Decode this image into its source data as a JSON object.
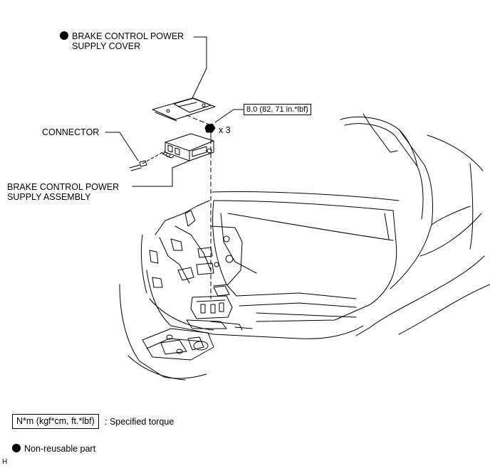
{
  "labels": {
    "cover_line1": "BRAKE CONTROL POWER",
    "cover_line2": "SUPPLY COVER",
    "connector": "CONNECTOR",
    "assembly_line1": "BRAKE CONTROL POWER",
    "assembly_line2": "SUPPLY ASSEMBLY",
    "torque_value": "8.0 (82, 71 in.*lbf)",
    "quantity": "x 3"
  },
  "legend": {
    "torque_unit": "N*m (kgf*cm, ft.*lbf)",
    "torque_desc": ": Specified torque",
    "nonreusable": "Non-reusable part"
  },
  "corner_mark": "H",
  "colors": {
    "line": "#000000",
    "background": "#ffffff"
  }
}
